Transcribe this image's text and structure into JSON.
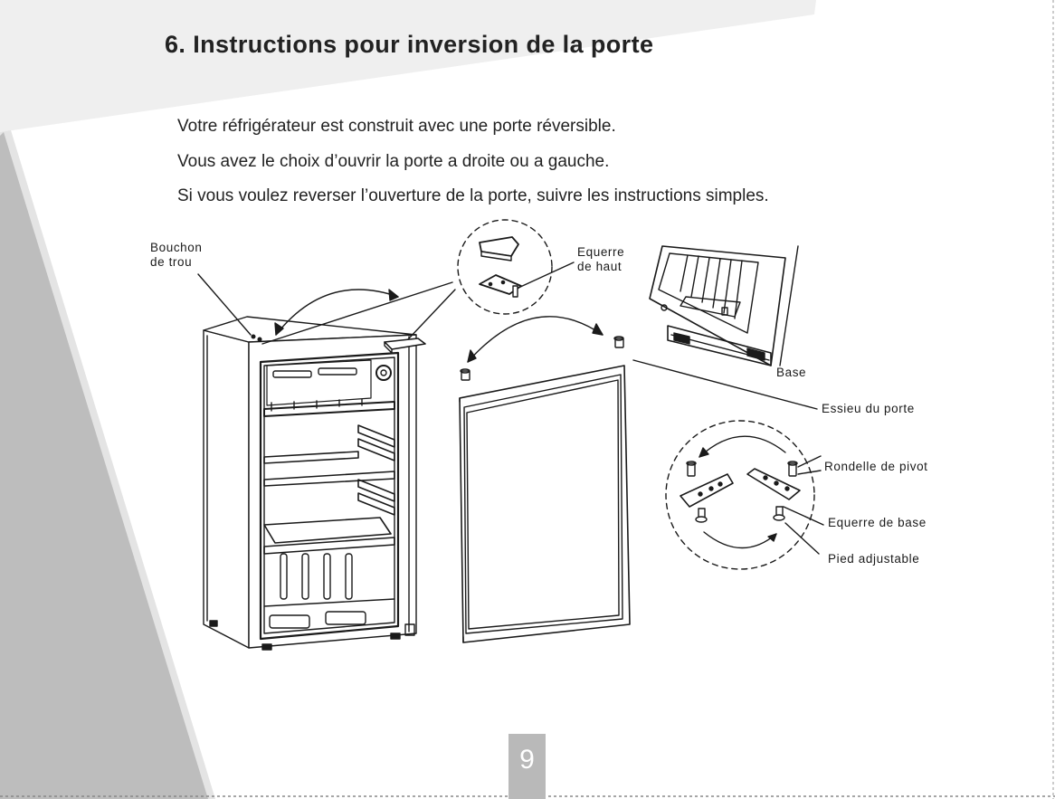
{
  "page": {
    "title": "6. Instructions pour inversion de la porte",
    "intro": [
      "Votre réfrigérateur est construit avec une porte réversible.",
      "Vous avez le choix d’ouvrir la porte a droite ou a gauche.",
      "Si vous voulez reverser l’ouverture de la porte, suivre les instructions simples."
    ],
    "page_number": "9"
  },
  "labels": {
    "bouchon_line1": "Bouchon",
    "bouchon_line2": "de trou",
    "equerre_haut_line1": "Equerre",
    "equerre_haut_line2": "de haut",
    "base": "Base",
    "essieu": "Essieu du porte",
    "rondelle": "Rondelle de pivot",
    "equerre_base": "Equerre de base",
    "pied": "Pied adjustable"
  },
  "colors": {
    "background": "#ffffff",
    "band_light": "#efefef",
    "band_dark": "#bdbdbd",
    "page_tab": "#b9b9b9",
    "text": "#222222"
  }
}
